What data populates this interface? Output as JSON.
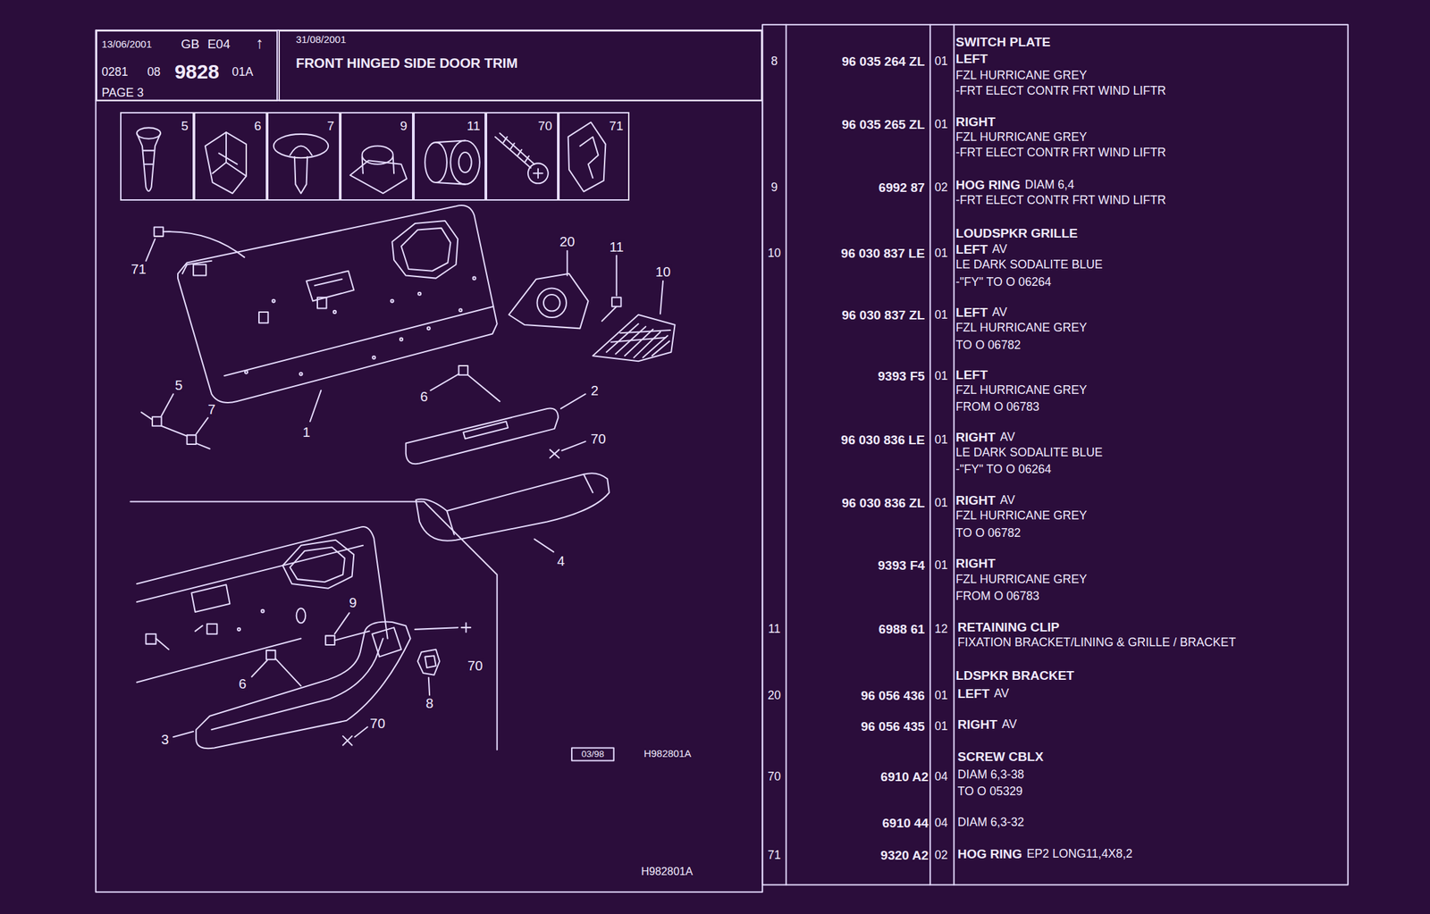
{
  "diagram": {
    "nodes": [
      {
        "text": [
          "13/06/2001",
          "GB",
          "E04",
          "↑",
          "0281",
          "08",
          "9828",
          "01A",
          "PAGE 3"
        ]
      },
      {
        "text": [
          "31/08/2001",
          "FRONT HINGED SIDE DOOR TRIM"
        ]
      },
      {
        "text": [
          "5"
        ]
      },
      {
        "text": [
          "6"
        ]
      },
      {
        "text": [
          "7"
        ]
      },
      {
        "text": [
          "9"
        ]
      },
      {
        "text": [
          "11"
        ]
      },
      {
        "text": [
          "70"
        ]
      },
      {
        "text": [
          "71"
        ]
      }
    ],
    "labels": [
      "71",
      "20",
      "11",
      "10",
      "5",
      "7",
      "6",
      "1",
      "2",
      "70",
      "4",
      "9",
      "70",
      "6",
      "8",
      "3",
      "70",
      "03/98",
      "H982801A",
      "H982801A",
      "8",
      "9",
      "10",
      "11",
      "20",
      "70",
      "71",
      "SWITCH PLATE",
      "96 035 264 ZL",
      "01",
      "LEFT",
      "FZL HURRICANE GREY",
      "-FRT ELECT CONTR FRT WIND LIFTR",
      "96 035 265 ZL",
      "01",
      "RIGHT",
      "FZL HURRICANE GREY",
      "-FRT ELECT CONTR FRT WIND LIFTR",
      "6992 87",
      "02",
      "HOG RING",
      "DIAM 6,4",
      "-FRT ELECT CONTR FRT WIND LIFTR",
      "LOUDSPKR GRILLE",
      "96 030 837 LE",
      "01",
      "LEFT",
      "AV",
      "LE DARK SODALITE BLUE",
      "-\"FY\" TO O 06264",
      "96 030 837 ZL",
      "01",
      "LEFT",
      "AV",
      "FZL HURRICANE GREY",
      "TO O 06782",
      "9393 F5",
      "01",
      "LEFT",
      "FZL HURRICANE GREY",
      "FROM O 06783",
      "96 030 836 LE",
      "01",
      "RIGHT",
      "AV",
      "LE DARK SODALITE BLUE",
      "-\"FY\" TO O 06264",
      "96 030 836 ZL",
      "01",
      "RIGHT",
      "AV",
      "FZL HURRICANE GREY",
      "TO O 06782",
      "9393 F4",
      "01",
      "RIGHT",
      "FZL HURRICANE GREY",
      "FROM O 06783",
      "6988 61",
      "12",
      "RETAINING CLIP",
      "FIXATION BRACKET/LINING & GRILLE / BRACKET",
      "LDSPKR BRACKET",
      "96 056 436",
      "01",
      "LEFT",
      "AV",
      "96 056 435",
      "01",
      "RIGHT",
      "AV",
      "SCREW CBLX",
      "6910 A2",
      "04",
      "DIAM 6,3-38",
      "TO O 05329",
      "6910 44",
      "04",
      "DIAM 6,3-32",
      "9320 A2",
      "02",
      "HOG RING",
      "EP2 LONG11,4X8,2"
    ]
  }
}
